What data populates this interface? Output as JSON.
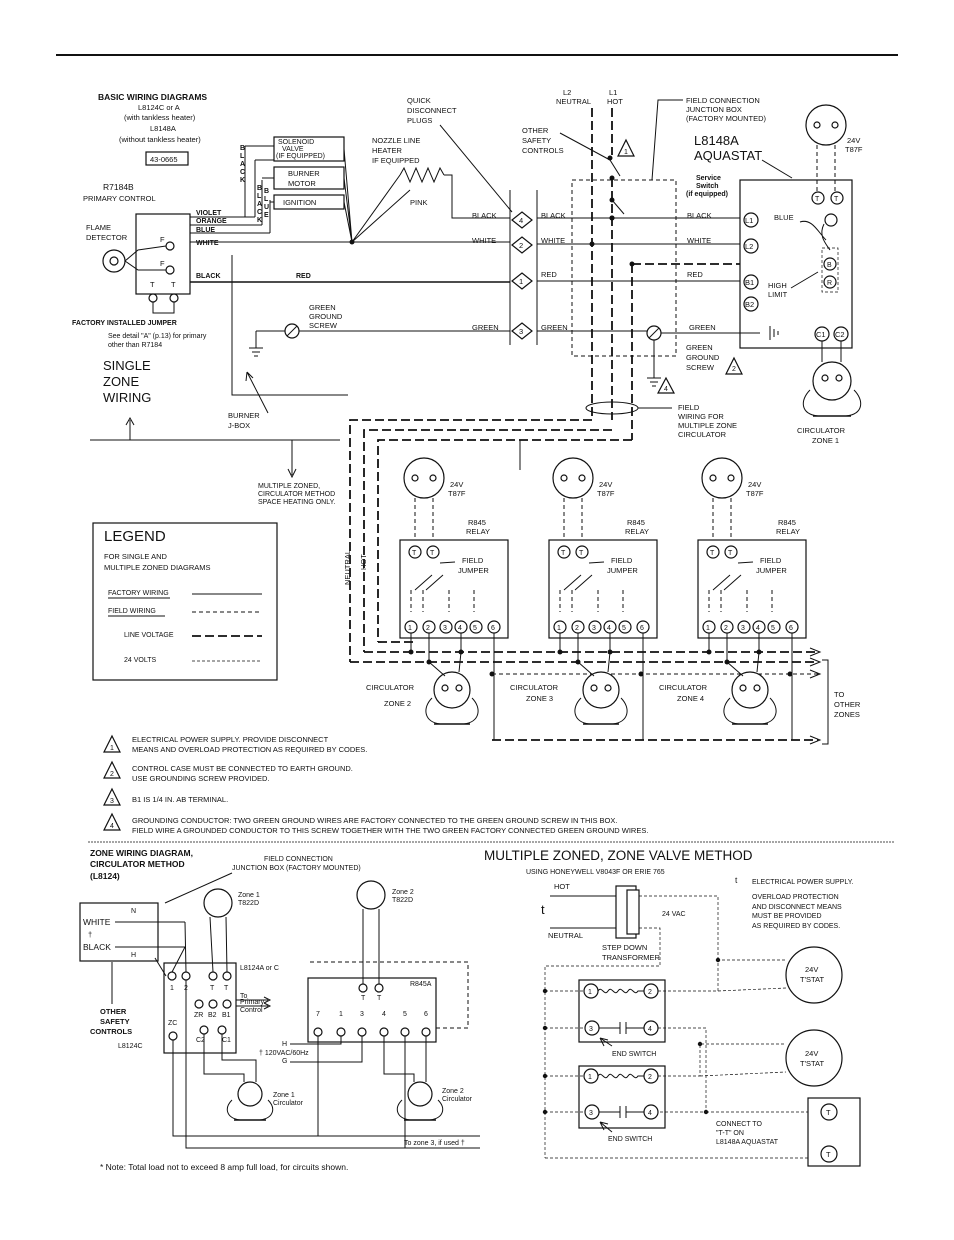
{
  "top_left": {
    "title": "BASIC WIRING DIAGRAMS",
    "lines": [
      "L8124C or A",
      "(with tankless heater)",
      "L8148A",
      "(without tankless heater)"
    ],
    "ref": "43-0665",
    "primary_control": [
      "R7184B",
      "PRIMARY CONTROL"
    ],
    "flame_detector": [
      "FLAME",
      "DETECTOR"
    ],
    "factory_jumper": "FACTORY INSTALLED JUMPER",
    "detail_note": [
      "See detail \"A\" (p.13) for primary",
      "other than R7184"
    ],
    "single_zone": [
      "SINGLE",
      "ZONE",
      "WIRING"
    ],
    "burner_jbox": [
      "BURNER",
      "J-BOX"
    ],
    "multi_zoned": [
      "MULTIPLE ZONED,",
      "CIRCULATOR METHOD",
      "SPACE HEATING ONLY."
    ]
  },
  "wires": {
    "violet": "VIOLET",
    "orange": "ORANGE",
    "blue": "BLUE",
    "white": "WHITE",
    "black": "BLACK",
    "red": "RED",
    "green": "GREEN",
    "pink": "PINK",
    "black_v": "BLACK",
    "blue_v": "BLUE",
    "b": "B"
  },
  "components": {
    "solenoid": [
      "SOLENOID",
      "VALVE",
      "(IF EQUIPPED)"
    ],
    "burner_motor": [
      "BURNER",
      "MOTOR"
    ],
    "ignition": "IGNITION",
    "nozzle": [
      "NOZZLE LINE",
      "HEATER",
      "IF EQUIPPED"
    ],
    "quick_disconnect": [
      "QUICK",
      "DISCONNECT",
      "PLUGS"
    ],
    "ground_screw": [
      "GREEN",
      "GROUND",
      "SCREW"
    ],
    "l2": [
      "L2",
      "NEUTRAL"
    ],
    "l1": [
      "L1",
      "HOT"
    ],
    "other_safety": [
      "OTHER",
      "SAFETY",
      "CONTROLS"
    ],
    "field_box": [
      "FIELD CONNECTION",
      "JUNCTION BOX",
      "(FACTORY MOUNTED)"
    ],
    "aquastat": [
      "L8148A",
      "AQUASTAT"
    ],
    "service_switch": [
      "Service",
      "Switch",
      "(if equipped)"
    ],
    "t87f": [
      "24V",
      "T87F"
    ],
    "high_limit": [
      "HIGH",
      "LIMIT"
    ],
    "field_wiring": [
      "FIELD",
      "WIRING FOR",
      "MULTIPLE ZONE",
      "CIRCULATOR"
    ],
    "circ_zone1": [
      "CIRCULATOR",
      "ZONE 1"
    ],
    "neutral": "NEUTRAL",
    "hot": "HOT",
    "relay": [
      "R845",
      "RELAY"
    ],
    "field_jumper": [
      "FIELD",
      "JUMPER"
    ],
    "zones": [
      {
        "name": "CIRCULATOR",
        "zone": "ZONE 2"
      },
      {
        "name": "CIRCULATOR",
        "zone": "ZONE 3"
      },
      {
        "name": "CIRCULATOR",
        "zone": "ZONE 4"
      }
    ],
    "to_other": [
      "TO",
      "OTHER",
      "ZONES"
    ],
    "terminals": [
      "1",
      "2",
      "3",
      "4",
      "5",
      "6"
    ],
    "aq_terms": [
      "L1",
      "L2",
      "B1",
      "B2",
      "C1",
      "C2",
      "T",
      "T",
      "B",
      "R"
    ]
  },
  "legend": {
    "title": "LEGEND",
    "sub": [
      "FOR SINGLE AND",
      "MULTIPLE ZONED DIAGRAMS"
    ],
    "rows": [
      "FACTORY WIRING",
      "FIELD WIRING",
      "LINE VOLTAGE",
      "24 VOLTS"
    ]
  },
  "notes": [
    {
      "n": "1",
      "lines": [
        "ELECTRICAL POWER SUPPLY. PROVIDE DISCONNECT",
        "MEANS AND OVERLOAD PROTECTION AS REQUIRED BY CODES."
      ]
    },
    {
      "n": "2",
      "lines": [
        "CONTROL CASE MUST BE CONNECTED TO EARTH GROUND.",
        "USE GROUNDING SCREW PROVIDED."
      ]
    },
    {
      "n": "3",
      "lines": [
        "B1 IS 1/4 IN.  AB TERMINAL."
      ]
    },
    {
      "n": "4",
      "lines": [
        "GROUNDING CONDUCTOR:  TWO GREEN GROUND WIRES ARE FACTORY CONNECTED TO THE GREEN GROUND SCREW IN THIS BOX.",
        "FIELD WIRE A GROUNDED CONDUCTOR TO THIS SCREW TOGETHER WITH THE TWO GREEN FACTORY CONNECTED GREEN GROUND WIRES."
      ]
    }
  ],
  "zone_diagram": {
    "title": [
      "ZONE WIRING DIAGRAM,",
      "CIRCULATOR METHOD",
      "(L8124)"
    ],
    "field_box": [
      "FIELD CONNECTION",
      "JUNCTION BOX (FACTORY MOUNTED)"
    ],
    "white": "WHITE",
    "dagger": "†",
    "black": "BLACK",
    "n": "N",
    "h": "H",
    "other_safety": [
      "OTHER",
      "SAFETY",
      "CONTROLS"
    ],
    "zone1": [
      "Zone 1",
      "T822D"
    ],
    "zone2": [
      "Zone 2",
      "T822D"
    ],
    "l8124": "L8124A or C",
    "to_primary": [
      "To",
      "Primary",
      "Control"
    ],
    "r845a": "R845A",
    "l8124c": "L8124C",
    "supply": "† 120VAC/60Hz",
    "hh": "H",
    "gg": "G",
    "zone1c": [
      "Zone 1",
      "Circulator"
    ],
    "zone2c": [
      "Zone 2",
      "Circulator"
    ],
    "to_zone3": "To zone 3, if used †",
    "aq_terms": [
      "1",
      "2",
      "T",
      "T",
      "ZR",
      "B2",
      "B1",
      "ZC",
      "C2",
      "C1"
    ],
    "relay_terms": [
      "7",
      "1",
      "3",
      "4",
      "5",
      "6",
      "T",
      "T"
    ]
  },
  "zone_valve": {
    "title": "MULTIPLE ZONED, ZONE VALVE METHOD",
    "sub": "USING HONEYWELL V8043F OR ERIE 765",
    "hot": "HOT",
    "neutral": "NEUTRAL",
    "dagger": "t",
    "vac": "24 VAC",
    "transformer": [
      "STEP DOWN",
      "TRANSFORMER"
    ],
    "tstat": [
      "24V",
      "T'STAT"
    ],
    "end_switch": "END SWITCH",
    "connect": [
      "CONNECT TO",
      "\"T-T\" ON",
      "L8148A AQUASTAT"
    ],
    "right_note": [
      "ELECTRICAL POWER SUPPLY.",
      "OVERLOAD PROTECTION",
      "AND DISCONNECT MEANS",
      "MUST BE PROVIDED",
      "AS REQUIRED BY CODES."
    ],
    "terms": [
      "1",
      "2",
      "3",
      "4",
      "T"
    ]
  },
  "footer_note": "* Note: Total load not to exceed 8 amp full load, for circuits shown."
}
